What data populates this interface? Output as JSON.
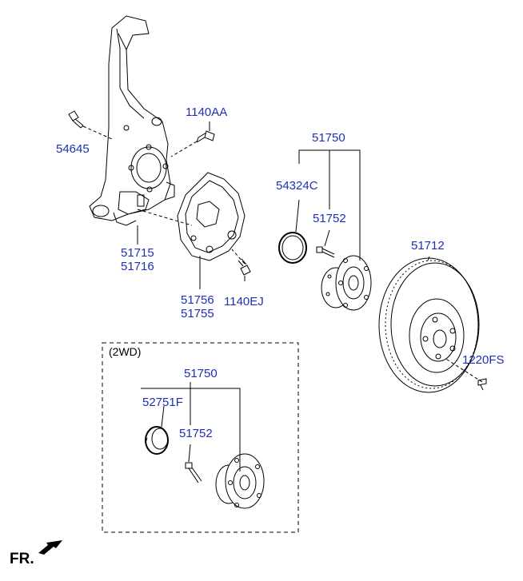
{
  "part_labels": {
    "p54645": "54645",
    "p1140AA": "1140AA",
    "p51715": "51715",
    "p51716": "51716",
    "p51756": "51756",
    "p51755": "51755",
    "p1140EJ": "1140EJ",
    "p51750_top": "51750",
    "p54324C": "54324C",
    "p51752_top": "51752",
    "p51712": "51712",
    "p1220FS": "1220FS",
    "p51750_2wd": "51750",
    "p52751F": "52751F",
    "p51752_2wd": "51752"
  },
  "section_2wd_label": "(2WD)",
  "direction_label": "FR.",
  "colors": {
    "label": "#1f2fb4",
    "line": "#000000",
    "part_fill": "#ffffff"
  },
  "icons": {
    "direction": "front-direction-arrow-icon"
  }
}
